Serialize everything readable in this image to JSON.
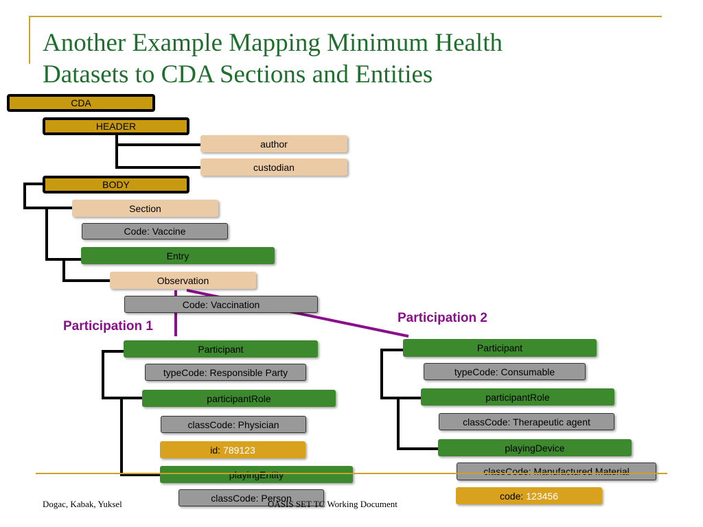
{
  "title_line1": "Another Example Mapping Minimum Health",
  "title_line2": "Datasets to CDA Sections and Entities",
  "nodes": {
    "cda": "CDA",
    "header": "HEADER",
    "author": "author",
    "custodian": "custodian",
    "body": "BODY",
    "section": "Section",
    "code_vaccine": "Code: Vaccine",
    "entry": "Entry",
    "observation": "Observation",
    "code_vaccination": "Code: Vaccination"
  },
  "participation1": {
    "label": "Participation 1",
    "participant": "Participant",
    "type_code": "typeCode: Responsible Party",
    "participant_role": "participantRole",
    "class_code": "classCode: Physician",
    "id_label": "id:",
    "id_value": "789123",
    "playing_entity": "playingEntity",
    "entity_class_code": "classCode: Person"
  },
  "participation2": {
    "label": "Participation 2",
    "participant": "Participant",
    "type_code": "typeCode: Consumable",
    "participant_role": "participantRole",
    "class_code": "classCode: Therapeutic agent",
    "playing_device": "playingDevice",
    "device_class_code": "classCode: Manufactured Material",
    "code_label": "code:",
    "code_value": "123456"
  },
  "footer": {
    "authors": "Dogac, Kabak, Yuksel",
    "document": "OASIS SET TC Working Document"
  },
  "colors": {
    "title": "#1f6e2e",
    "gold_box": "#c89a10",
    "tan_box": "#ebcaa6",
    "gray_box": "#999999",
    "green_box": "#3d8a2e",
    "orange_box": "#d9a21e",
    "participation": "#8a0f8a",
    "frame": "#c9a227"
  }
}
